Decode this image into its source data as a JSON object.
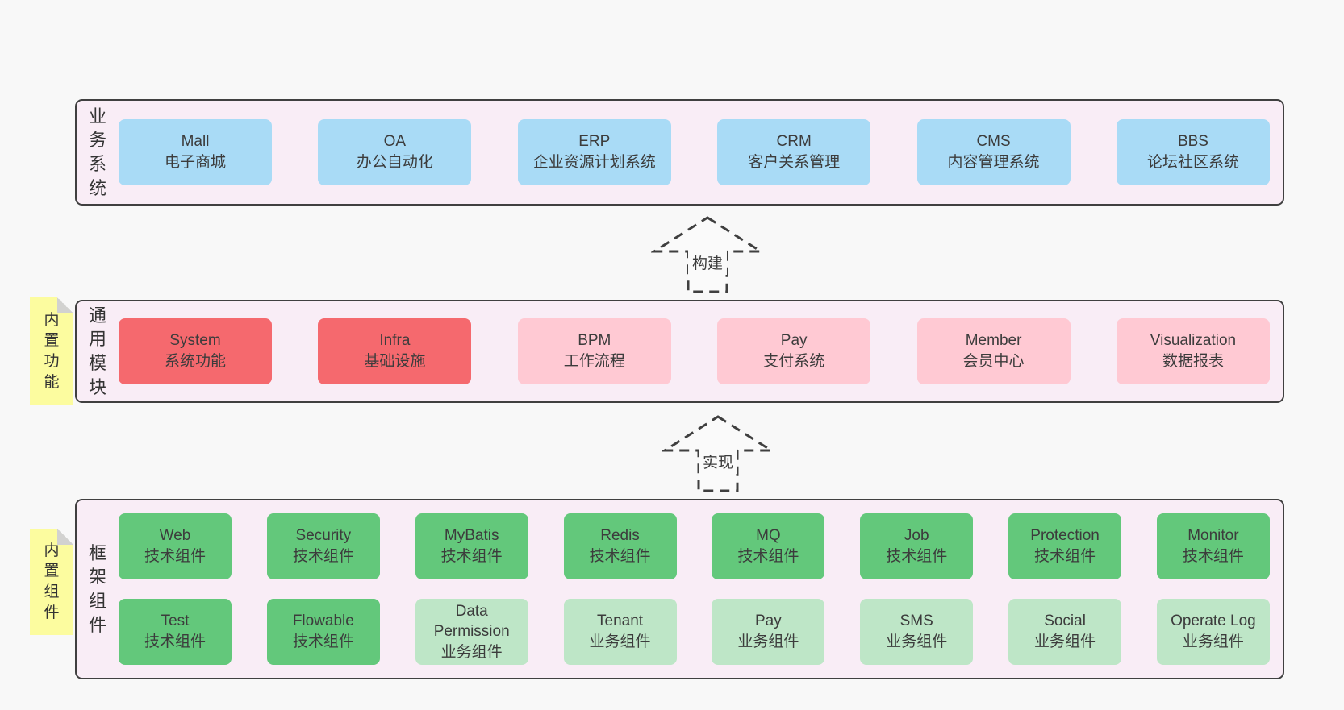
{
  "diagram_title": "architecture-layers",
  "colors": {
    "page_bg": "#f8f8f8",
    "band_bg": "#f9edf6",
    "band_border": "#404040",
    "blue_box": "#a9dbf6",
    "red_box": "#f5696e",
    "pink_box": "#ffc9d3",
    "green_box": "#63c87b",
    "light_green_box": "#bee6c7",
    "sticky_yellow": "#fcfc9f",
    "sticky_fold_gray": "#d2d2d0",
    "text": "#3c3c3c"
  },
  "arrows": {
    "build": "构建",
    "implement": "实现"
  },
  "bands": {
    "business": {
      "label": "业务系统",
      "items": [
        {
          "name": "Mall",
          "desc": "电子商城"
        },
        {
          "name": "OA",
          "desc": "办公自动化"
        },
        {
          "name": "ERP",
          "desc": "企业资源计划系统"
        },
        {
          "name": "CRM",
          "desc": "客户关系管理"
        },
        {
          "name": "CMS",
          "desc": "内容管理系统"
        },
        {
          "name": "BBS",
          "desc": "论坛社区系统"
        }
      ]
    },
    "modules": {
      "label": "通用模块",
      "sticky": "内置功能",
      "items": [
        {
          "name": "System",
          "desc": "系统功能",
          "variant": "red"
        },
        {
          "name": "Infra",
          "desc": "基础设施",
          "variant": "red"
        },
        {
          "name": "BPM",
          "desc": "工作流程",
          "variant": "pink"
        },
        {
          "name": "Pay",
          "desc": "支付系统",
          "variant": "pink"
        },
        {
          "name": "Member",
          "desc": "会员中心",
          "variant": "pink"
        },
        {
          "name": "Visualization",
          "desc": "数据报表",
          "variant": "pink"
        }
      ]
    },
    "framework": {
      "label": "框架组件",
      "sticky": "内置组件",
      "row1": [
        {
          "name": "Web",
          "desc": "技术组件",
          "variant": "green"
        },
        {
          "name": "Security",
          "desc": "技术组件",
          "variant": "green"
        },
        {
          "name": "MyBatis",
          "desc": "技术组件",
          "variant": "green"
        },
        {
          "name": "Redis",
          "desc": "技术组件",
          "variant": "green"
        },
        {
          "name": "MQ",
          "desc": "技术组件",
          "variant": "green"
        },
        {
          "name": "Job",
          "desc": "技术组件",
          "variant": "green"
        },
        {
          "name": "Protection",
          "desc": "技术组件",
          "variant": "green"
        },
        {
          "name": "Monitor",
          "desc": "技术组件",
          "variant": "green"
        }
      ],
      "row2": [
        {
          "name": "Test",
          "desc": "技术组件",
          "variant": "green"
        },
        {
          "name": "Flowable",
          "desc": "技术组件",
          "variant": "green"
        },
        {
          "name": "Data Permission",
          "desc": "业务组件",
          "variant": "lightgreen"
        },
        {
          "name": "Tenant",
          "desc": "业务组件",
          "variant": "lightgreen"
        },
        {
          "name": "Pay",
          "desc": "业务组件",
          "variant": "lightgreen"
        },
        {
          "name": "SMS",
          "desc": "业务组件",
          "variant": "lightgreen"
        },
        {
          "name": "Social",
          "desc": "业务组件",
          "variant": "lightgreen"
        },
        {
          "name": "Operate Log",
          "desc": "业务组件",
          "variant": "lightgreen"
        }
      ]
    }
  }
}
